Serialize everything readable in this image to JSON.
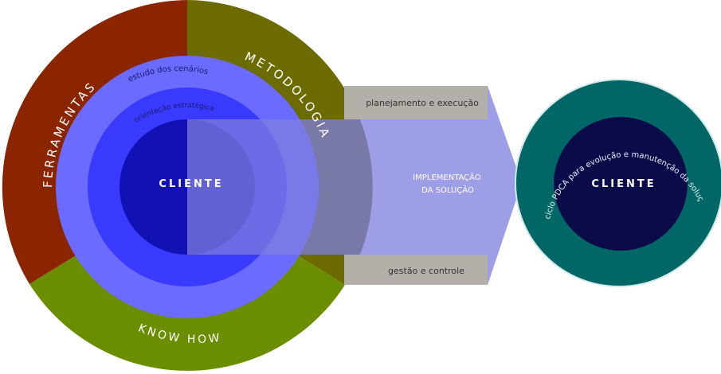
{
  "left_diagram": {
    "outer_ring": {
      "ferramentas": "FERRAMENTAS",
      "metodologia": "METODOLOGIA",
      "know_how": "KNOW HOW"
    },
    "middle_ring_label": "estudo dos cenários",
    "inner_ring_label": "orientação estratégica",
    "core_label": "CLIENTE"
  },
  "arrow": {
    "top_band": "planejamento e execução",
    "bottom_band": "gestão e controle",
    "center_line1": "IMPLEMENTAÇÃO",
    "center_line2": "DA SOLUÇÃO"
  },
  "right_diagram": {
    "ring_label": "ciclo PDCA para evolução e manutenção da solução implementada",
    "core_label": "CLIENTE"
  },
  "colors": {
    "ferramentas": "#8b2500",
    "metodologia": "#6b6b00",
    "know_how": "#6b8e00",
    "middle_ring": "#6b6bff",
    "inner_ring": "#3a3aff",
    "core": "#1212b4",
    "arrow": "#7e7edf",
    "band": "#b2b0a8",
    "right_ring": "#006666",
    "right_core": "#0b0b4a"
  }
}
